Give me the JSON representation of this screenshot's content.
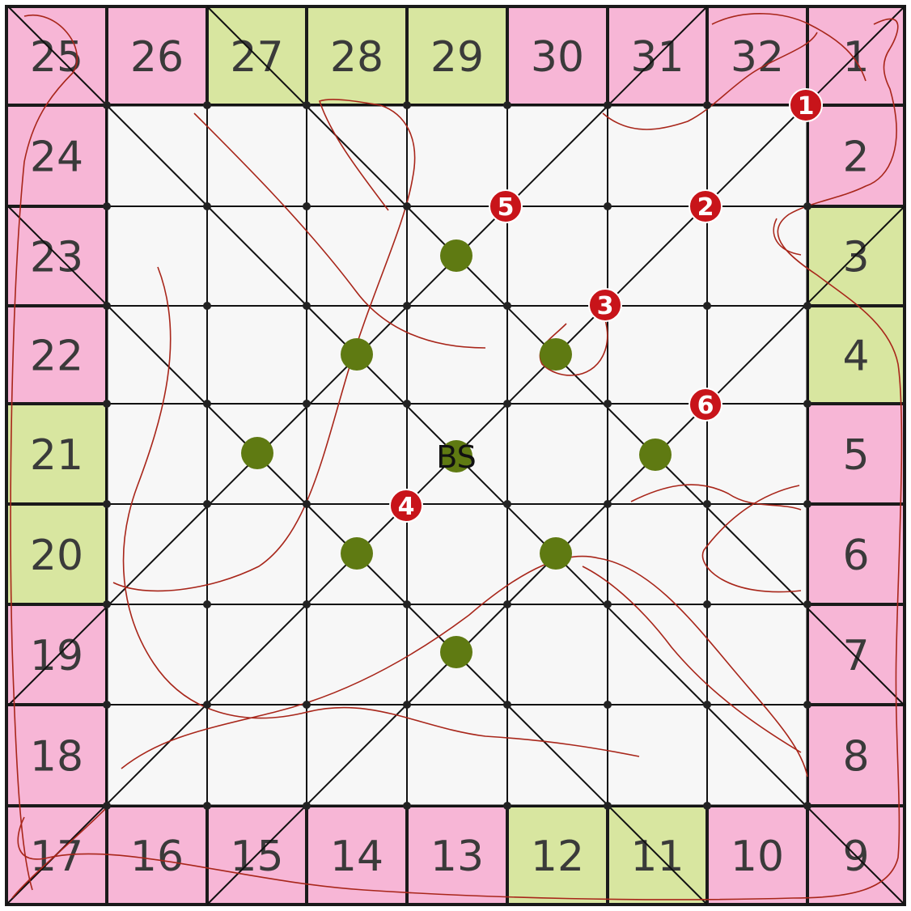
{
  "colors": {
    "pink": "#f7b6d6",
    "green": "#d8e6a0",
    "interior": "#f7f7f7",
    "grid": "#111111",
    "node": "#222222",
    "green_node": "#5f7a12",
    "red_marker": "#c8141a",
    "trajectory": "#a8261a",
    "bs_text": "#111111"
  },
  "board": {
    "cells": [
      {
        "label": "25",
        "color": "pink"
      },
      {
        "label": "26",
        "color": "pink"
      },
      {
        "label": "27",
        "color": "green"
      },
      {
        "label": "28",
        "color": "green"
      },
      {
        "label": "29",
        "color": "green"
      },
      {
        "label": "30",
        "color": "pink"
      },
      {
        "label": "31",
        "color": "pink"
      },
      {
        "label": "32",
        "color": "pink"
      },
      {
        "label": "1",
        "color": "pink"
      },
      {
        "label": "24",
        "color": "pink"
      },
      {
        "label": "2",
        "color": "pink"
      },
      {
        "label": "23",
        "color": "pink"
      },
      {
        "label": "3",
        "color": "green"
      },
      {
        "label": "22",
        "color": "pink"
      },
      {
        "label": "4",
        "color": "green"
      },
      {
        "label": "21",
        "color": "green"
      },
      {
        "label": "5",
        "color": "pink"
      },
      {
        "label": "20",
        "color": "green"
      },
      {
        "label": "6",
        "color": "pink"
      },
      {
        "label": "19",
        "color": "pink"
      },
      {
        "label": "7",
        "color": "pink"
      },
      {
        "label": "18",
        "color": "pink"
      },
      {
        "label": "8",
        "color": "pink"
      },
      {
        "label": "17",
        "color": "pink"
      },
      {
        "label": "16",
        "color": "pink"
      },
      {
        "label": "15",
        "color": "pink"
      },
      {
        "label": "14",
        "color": "pink"
      },
      {
        "label": "13",
        "color": "pink"
      },
      {
        "label": "12",
        "color": "green"
      },
      {
        "label": "11",
        "color": "green"
      },
      {
        "label": "10",
        "color": "pink"
      },
      {
        "label": "9",
        "color": "pink"
      }
    ],
    "base_station": "BS",
    "markers": [
      "1",
      "2",
      "3",
      "4",
      "5",
      "6"
    ]
  }
}
